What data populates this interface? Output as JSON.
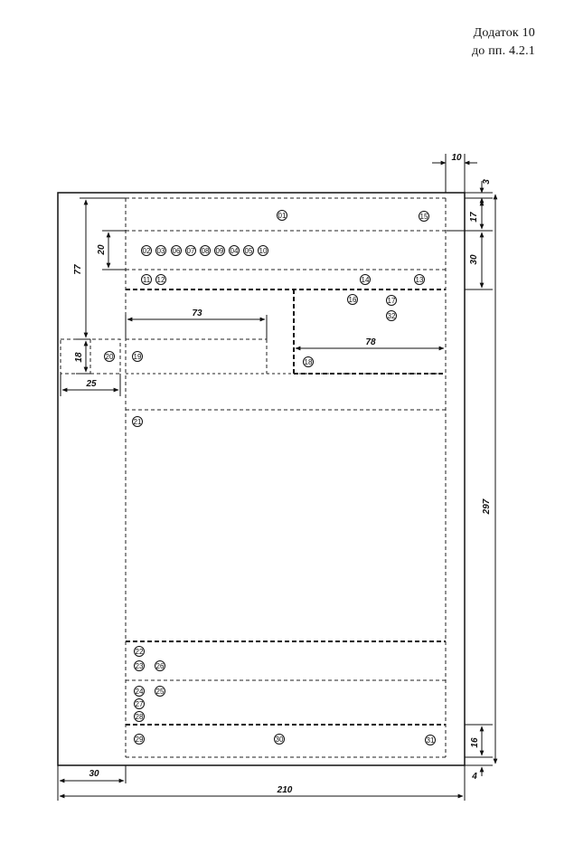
{
  "header": {
    "line1": "Додаток 10",
    "line2": "до пп. 4.2.1"
  },
  "dimensions": {
    "w10": "10",
    "h3": "3",
    "h17": "17",
    "h30": "30",
    "h20": "20",
    "h77": "77",
    "w73": "73",
    "w78": "78",
    "h18": "18",
    "w25": "25",
    "h297": "297",
    "h16": "16",
    "h4": "4",
    "w30": "30",
    "w210": "210"
  },
  "markers": {
    "m01": "01",
    "m15": "15",
    "m02": "02",
    "m03": "03",
    "m06": "06",
    "m07": "07",
    "m08": "08",
    "m09": "09",
    "m04": "04",
    "m05": "05",
    "m10": "10",
    "m11": "11",
    "m12": "12",
    "m14": "14",
    "m13": "13",
    "m16": "16",
    "m17": "17",
    "m32": "32",
    "m18": "18",
    "m19": "19",
    "m20": "20",
    "m21": "21",
    "m22": "22",
    "m23": "23",
    "m26": "26",
    "m24": "24",
    "m25": "25",
    "m27": "27",
    "m28": "28",
    "m29": "29",
    "m30": "30",
    "m31": "31"
  }
}
